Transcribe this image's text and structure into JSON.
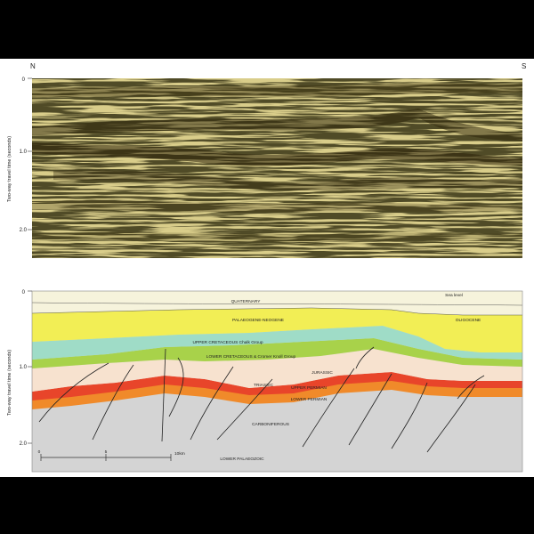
{
  "seismic": {
    "dir_left": "N",
    "dir_right": "S",
    "ticks": [
      "0",
      "1.0",
      "2.0"
    ],
    "axis_label": "Two-way travel time (seconds)"
  },
  "section": {
    "ticks": [
      "0",
      "1.0",
      "2.0"
    ],
    "axis_label": "Two-way travel time (seconds)",
    "units": [
      {
        "key": "quaternary",
        "label": "QUATERNARY",
        "color": "#f4f1d8"
      },
      {
        "key": "sea_level",
        "label": "Sea level",
        "color": "#ffffff"
      },
      {
        "key": "palaeogene",
        "label": "PALAEOGENE-NEOGENE",
        "color": "#f2ee55"
      },
      {
        "key": "oligocene",
        "label": "OLIGOCENE",
        "color": "#f2ee55"
      },
      {
        "key": "upper_cretaceous",
        "label": "UPPER CRETACEOUS Chalk Group",
        "color": "#9fdcc7"
      },
      {
        "key": "lower_cretaceous",
        "label": "LOWER CRETACEOUS & Cromer Knoll Group",
        "color": "#a8d24a"
      },
      {
        "key": "jurassic",
        "label": "JURASSIC",
        "color": "#f7e2cf"
      },
      {
        "key": "triassic",
        "label": "TRIASSIC",
        "color": "#f7e2cf"
      },
      {
        "key": "upper_permian",
        "label": "UPPER PERMIAN",
        "color": "#e8452a"
      },
      {
        "key": "lower_permian",
        "label": "LOWER PERMIAN",
        "color": "#f08a2a"
      },
      {
        "key": "carboniferous",
        "label": "CARBONIFEROUS",
        "color": "#d2d2d2"
      },
      {
        "key": "lower_palaeozoic",
        "label": "LOWER PALAEOZOIC",
        "color": "#d2d2d2"
      }
    ],
    "scale": {
      "labels": [
        "0",
        "5",
        "10km"
      ]
    }
  }
}
